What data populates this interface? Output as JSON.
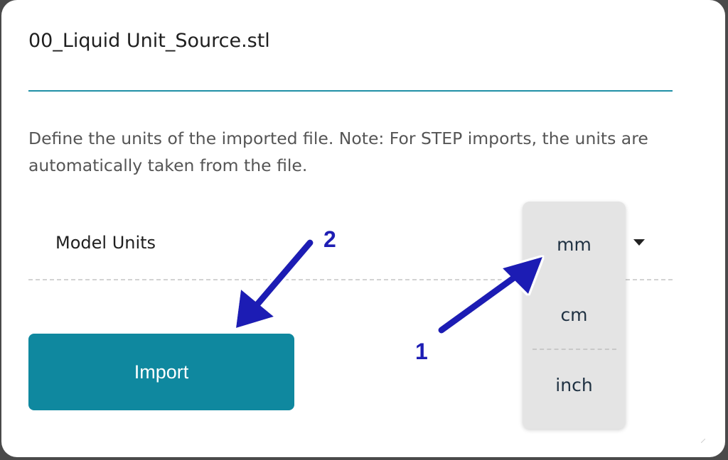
{
  "dialog": {
    "filename": "00_Liquid Unit_Source.stl",
    "description": "Define the units of the imported file. Note: For STEP imports, the units are automatically taken from the file.",
    "model_units_label": "Model Units",
    "import_label": "Import"
  },
  "units_dropdown": {
    "options": [
      "mm",
      "cm",
      "inch"
    ],
    "caret_icon": "caret-down-icon"
  },
  "annotations": {
    "label_1": "1",
    "label_2": "2",
    "arrow_color": "#1e1eb4"
  },
  "colors": {
    "accent": "#0f889f",
    "underline": "#1f8fa6",
    "dropdown_bg": "#e4e4e4"
  }
}
